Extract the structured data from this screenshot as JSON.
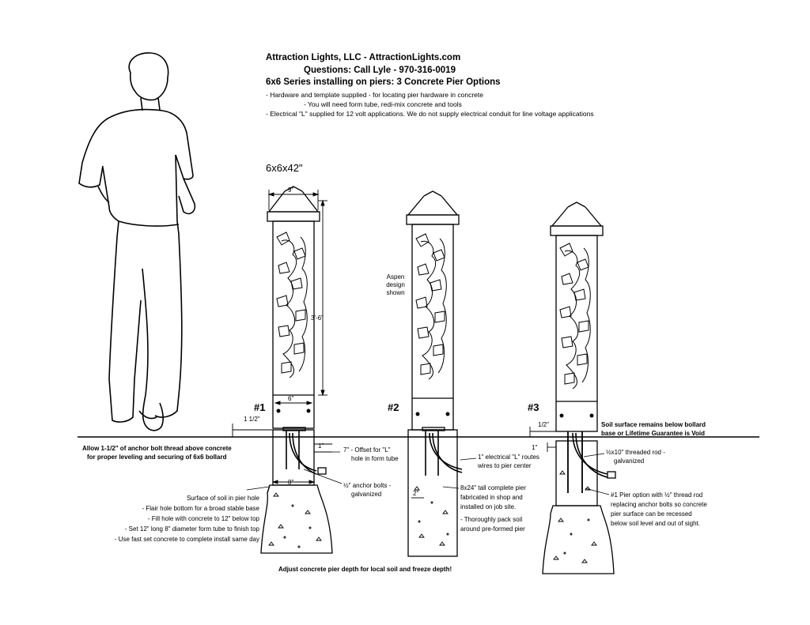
{
  "header": {
    "line1": "Attraction Lights, LLC - AttractionLights.com",
    "line2": "Questions:  Call Lyle - 970-316-0019",
    "line3": "6x6 Series installing on piers:  3 Concrete Pier Options",
    "note1": "- Hardware and template supplied - for locating pier hardware in concrete",
    "note2": "- You will need form tube, redi-mix concrete and tools",
    "note3": "- Electrical \"L\" supplied for 12 volt applications.  We do not supply electrical conduit for line voltage applications"
  },
  "model": "6x6x42\"",
  "dims": {
    "top_width": "9\"",
    "height": "3'-6\"",
    "base_width": "6\"",
    "thread": "1 1/2\"",
    "pier_width": "8\"",
    "one_inch": "1\"",
    "half_inch": "1/2\"",
    "one_inch_3": "1\"",
    "pier2_inner": "2\""
  },
  "options": {
    "o1": "#1",
    "o2": "#2",
    "o3": "#3"
  },
  "aspen": {
    "l1": "Aspen",
    "l2": "design",
    "l3": "shown"
  },
  "left_notes": {
    "allow1": "Allow 1-1/2\" of anchor bolt thread above concrete",
    "allow2": "for proper leveling and securing of 6x6 bollard",
    "s1": "Surface of soil in pier hole",
    "s2": "- Flair hole bottom for a broad stable base",
    "s3": "- Fill hole with concrete to 12\" below top",
    "s4": "- Set 12\" long 8\" diameter form tube to finish top",
    "s5": "- Use fast set concrete to complete install same day"
  },
  "callouts": {
    "offset1": "7\" - Offset for \"L\"",
    "offset2": "hole in form tube",
    "anchor1": "½\" anchor bolts -",
    "anchor2": "galvanized",
    "elec1": "1\" electrical \"L\" routes",
    "elec2": "wires to pier center",
    "pier1": "8x24\" tall complete pier",
    "pier2": "fabricated in shop and",
    "pier3": "installed on job site.",
    "pack1": "- Thoroughly pack soil",
    "pack2": "around pre-formed pier",
    "soil1": "Soil surface remains below bollard",
    "soil2": "base or Lifetime Guarantee is Void",
    "rod1": "½x10\" threaded rod -",
    "rod2": "galvanized",
    "opt1": "#1 Pier option with ½\" thread rod",
    "opt2": "replacing anchor bolts so concrete",
    "opt3": "pier surface can be recessed",
    "opt4": "below soil level and out of sight."
  },
  "footer": "Adjust concrete pier depth for local soil and freeze depth!"
}
